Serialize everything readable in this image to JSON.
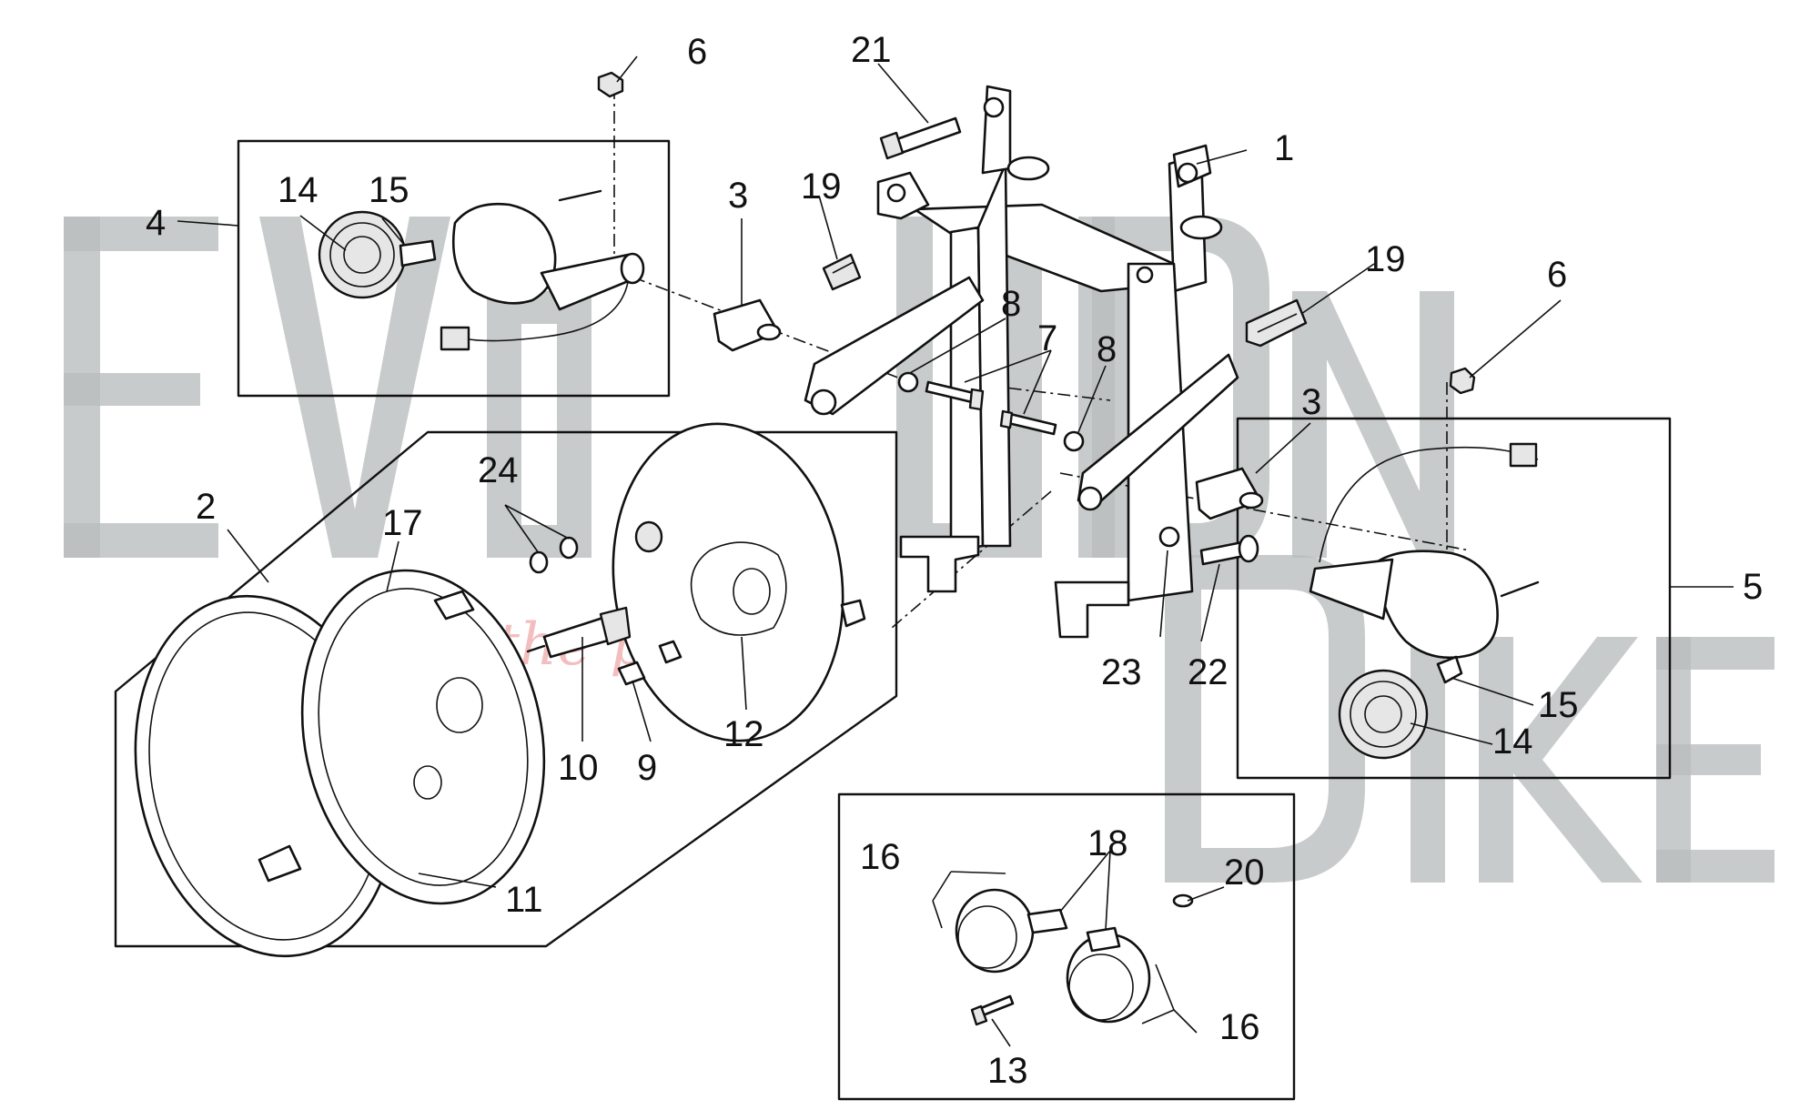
{
  "diagram": {
    "watermark": {
      "brand_top": "EVOLUTION",
      "brand_bottom": "BIKE",
      "tagline": "ride the power"
    },
    "callouts": [
      {
        "id": "c1",
        "label": "1"
      },
      {
        "id": "c2",
        "label": "2"
      },
      {
        "id": "c3a",
        "label": "3"
      },
      {
        "id": "c3b",
        "label": "3"
      },
      {
        "id": "c4",
        "label": "4"
      },
      {
        "id": "c5",
        "label": "5"
      },
      {
        "id": "c6a",
        "label": "6"
      },
      {
        "id": "c6b",
        "label": "6"
      },
      {
        "id": "c7",
        "label": "7"
      },
      {
        "id": "c8a",
        "label": "8"
      },
      {
        "id": "c8b",
        "label": "8"
      },
      {
        "id": "c9",
        "label": "9"
      },
      {
        "id": "c10",
        "label": "10"
      },
      {
        "id": "c11",
        "label": "11"
      },
      {
        "id": "c12",
        "label": "12"
      },
      {
        "id": "c13",
        "label": "13"
      },
      {
        "id": "c14a",
        "label": "14"
      },
      {
        "id": "c14b",
        "label": "14"
      },
      {
        "id": "c15a",
        "label": "15"
      },
      {
        "id": "c15b",
        "label": "15"
      },
      {
        "id": "c16a",
        "label": "16"
      },
      {
        "id": "c16b",
        "label": "16"
      },
      {
        "id": "c17",
        "label": "17"
      },
      {
        "id": "c18",
        "label": "18"
      },
      {
        "id": "c19a",
        "label": "19"
      },
      {
        "id": "c19b",
        "label": "19"
      },
      {
        "id": "c20",
        "label": "20"
      },
      {
        "id": "c21",
        "label": "21"
      },
      {
        "id": "c22",
        "label": "22"
      },
      {
        "id": "c23",
        "label": "23"
      },
      {
        "id": "c24",
        "label": "24"
      }
    ]
  }
}
